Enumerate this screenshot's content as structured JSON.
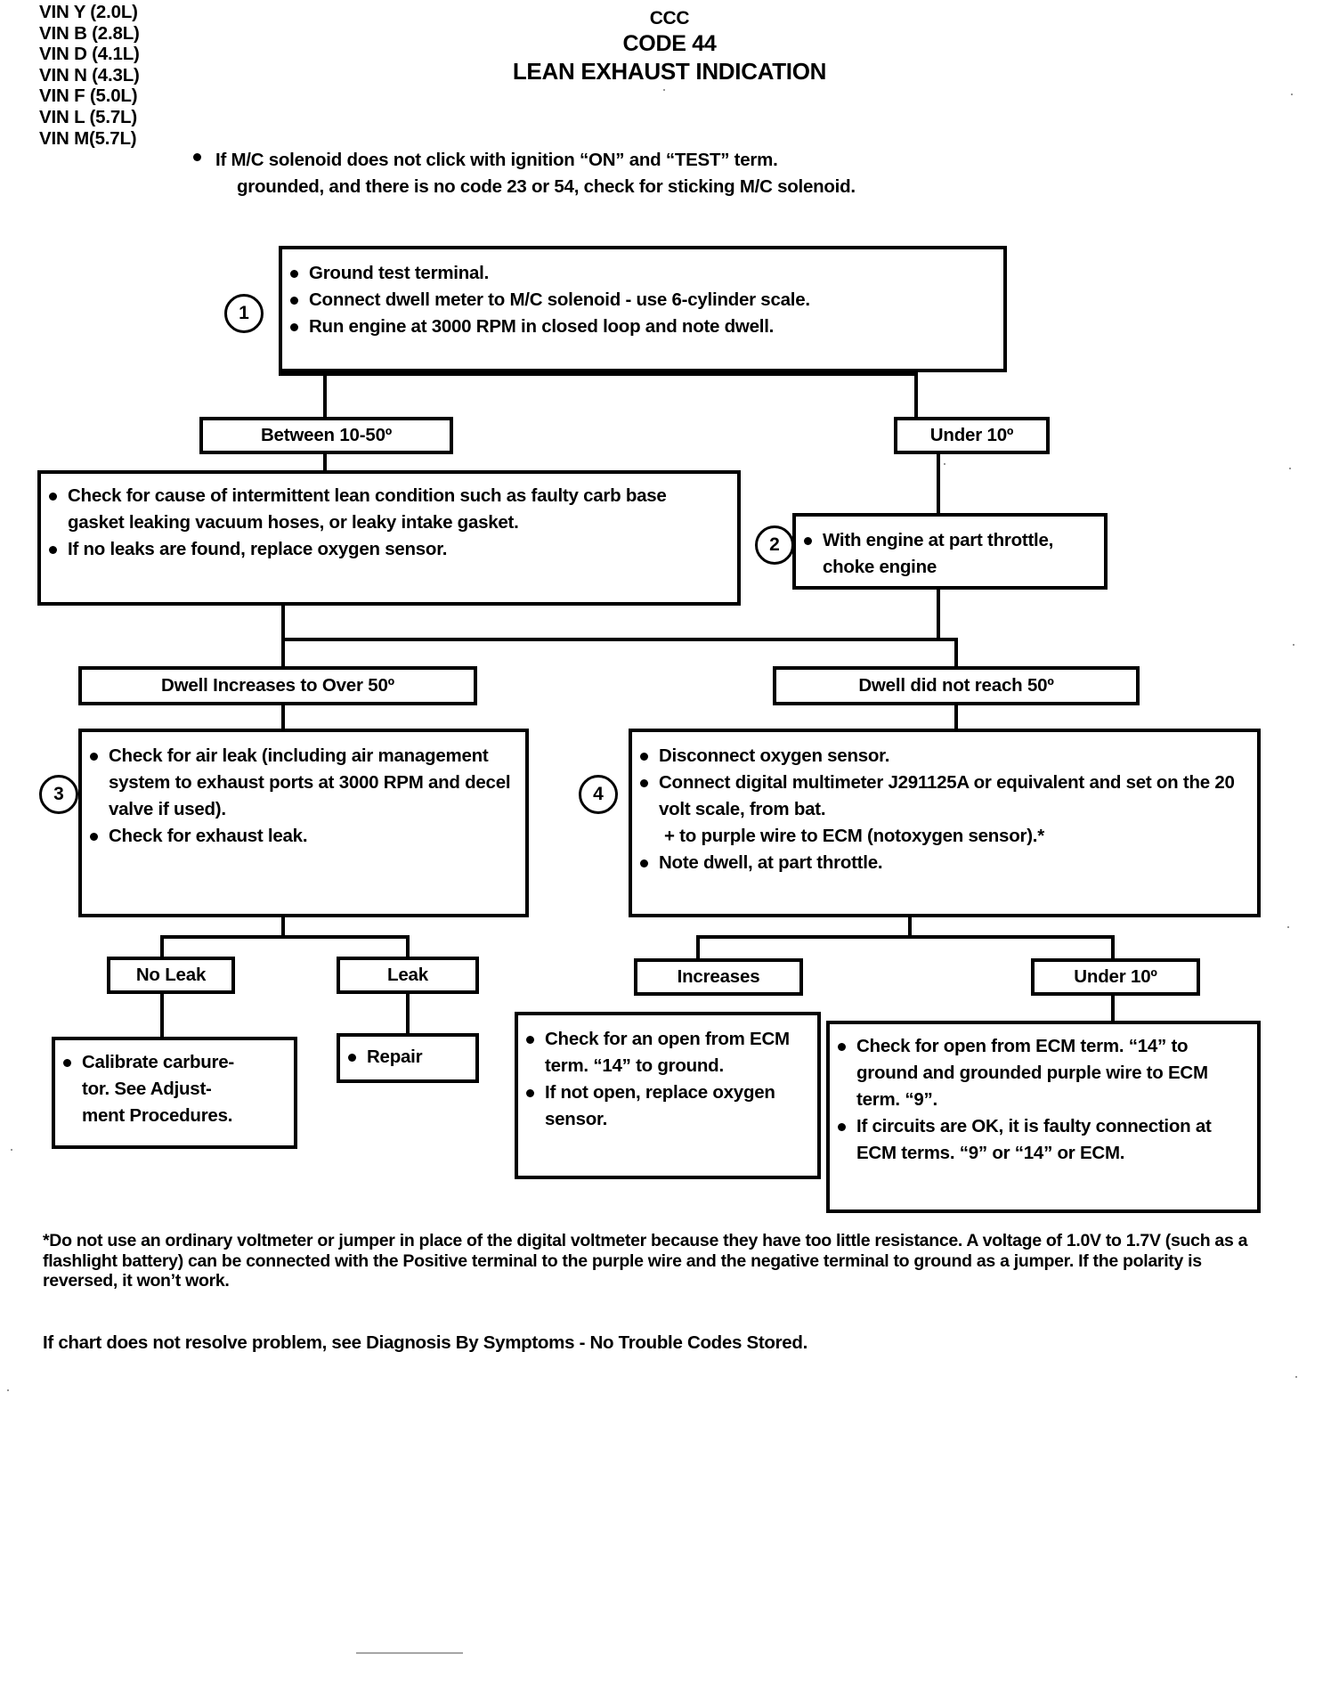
{
  "vin_list": [
    "VIN Y (2.0L)",
    "VIN B (2.8L)",
    "VIN D (4.1L)",
    "VIN N (4.3L)",
    "VIN F (5.0L)",
    "VIN L (5.7L)",
    "VIN M(5.7L)"
  ],
  "title": {
    "line1": "CCC",
    "line2": "CODE 44",
    "line3": "LEAN EXHAUST INDICATION"
  },
  "intro_note": {
    "line1": "If M/C solenoid does not click with ignition “ON” and “TEST” term.",
    "line2": "grounded, and there is no code 23 or 54, check for sticking M/C solenoid."
  },
  "steps": {
    "one": "1",
    "two": "2",
    "three": "3",
    "four": "4"
  },
  "box1": {
    "items": [
      "Ground test terminal.",
      "Connect dwell meter to M/C solenoid - use 6-cylinder scale.",
      "Run engine at 3000 RPM in closed loop and note dwell."
    ]
  },
  "branch1": {
    "left_label": "Between 10-50º",
    "right_label": "Under 10º"
  },
  "box_intermittent": {
    "items": [
      "Check for cause of intermittent lean condition such as faulty carb base gasket leaking vacuum hoses, or leaky intake gasket.",
      "If no leaks are found, replace oxygen sensor."
    ]
  },
  "box2": {
    "items": [
      "With engine at part throttle, choke engine"
    ]
  },
  "branch2": {
    "left_label": "Dwell Increases to Over 50º",
    "right_label": "Dwell did not reach  50º"
  },
  "box3": {
    "items": [
      "Check for air leak (including air management system to exhaust ports at 3000 RPM and decel valve if used).",
      "Check for exhaust leak."
    ]
  },
  "box4": {
    "items": [
      "Disconnect oxygen sensor.",
      "Connect digital multimeter J291125A or equivalent and set on the 20 volt scale, from bat.",
      "+  to purple wire to ECM (notoxygen sensor).*",
      "Note dwell, at part throttle."
    ]
  },
  "branch3": {
    "no_leak_label": "No Leak",
    "leak_label": "Leak"
  },
  "branch4": {
    "increases_label": "Increases",
    "under_label": "Under 10º"
  },
  "box_calibrate": {
    "items": [
      "Calibrate carburetor. See Adjustment Procedures."
    ],
    "lines": [
      "Calibrate carbure-",
      "tor. See Adjust-",
      "ment Procedures."
    ]
  },
  "box_repair": {
    "items": [
      "Repair"
    ]
  },
  "box_increases": {
    "items": [
      "Check for an open from ECM term. “14” to ground.",
      "If not open, replace oxygen sensor."
    ]
  },
  "box_under10": {
    "items": [
      "Check for open from ECM term. “14” to ground and grounded purple wire to ECM term. “9”.",
      "If circuits are OK, it is faulty connection at ECM terms. “9” or “14” or ECM."
    ]
  },
  "footnotes": {
    "starred": "*Do not use an ordinary voltmeter or jumper in place of the digital voltmeter because they have too little resistance.  A voltage of 1.0V to 1.7V (such as a flashlight battery) can be connected with the Positive terminal to the purple wire and the negative terminal to ground as a jumper.  If the polarity is reversed, it won’t work.",
    "closing_bold": "If chart does not resolve problem, see ",
    "closing_rest": "Diagnosis By Symptoms - No Trouble Codes Stored."
  },
  "colors": {
    "ink": "#000000",
    "paper": "#ffffff"
  }
}
